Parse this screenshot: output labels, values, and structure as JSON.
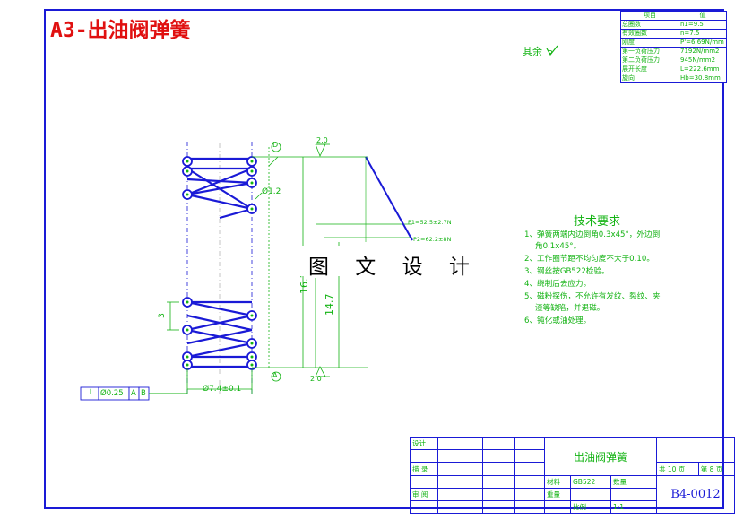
{
  "drawing": {
    "title": "A3-出油阀弹簧",
    "rest_finish": "其余",
    "watermark": "图 文 设 计"
  },
  "params_table": {
    "header": [
      "项目",
      "值"
    ],
    "rows": [
      [
        "总圈数",
        "n1=9.5"
      ],
      [
        "有效圈数",
        "n=7.5"
      ],
      [
        "刚度",
        "P'=6.69N/mm"
      ],
      [
        "第一负荷压力",
        "7192N/mm2"
      ],
      [
        "第二负荷压力",
        "945N/mm2"
      ],
      [
        "展开长度",
        "L=222.6mm"
      ],
      [
        "旋向",
        "Hb=30.8mm"
      ]
    ]
  },
  "dimensions": {
    "wire_dia": "Ø1.2",
    "pitch": "3",
    "outer_dia": "Ø7.4±0.1",
    "height_1": "16.15",
    "height_2": "14.7",
    "datum_d": "D",
    "datum_a": "A",
    "rough_top": "2.0",
    "rough_bottom": "2.0",
    "load_p1": "P1=52.5±2.7N",
    "load_p2": "P2=62.2±8N",
    "tolerance_frame": [
      "⊥",
      "Ø0.25",
      "A",
      "B"
    ]
  },
  "requirements": {
    "heading": "技术要求",
    "lines": [
      "1、弹簧两端内边倒角0.3x45°，外边倒",
      "角0.1x45°。",
      "2、工作圈节距不均匀度不大于0.10。",
      "3、钢丝按GB522检验。",
      "4、绕制后去应力。",
      "5、磁粉探伤，不允许有发纹、裂纹、夹",
      "渣等缺陷，并退磁。",
      "6、钝化或油处理。"
    ]
  },
  "title_block": {
    "design_label": "设计",
    "check_label": "描 录",
    "review_label": "审 阅",
    "part_name": "出油阀弹簧",
    "material_label": "材料",
    "material_value": "GB522",
    "quantity_label": "数量",
    "weight_label": "重量",
    "scale_label": "比例",
    "scale_value": "1:1",
    "sheet_total": "共 10 页",
    "sheet_no": "第 8 页",
    "drawing_no": "B4-0012"
  }
}
